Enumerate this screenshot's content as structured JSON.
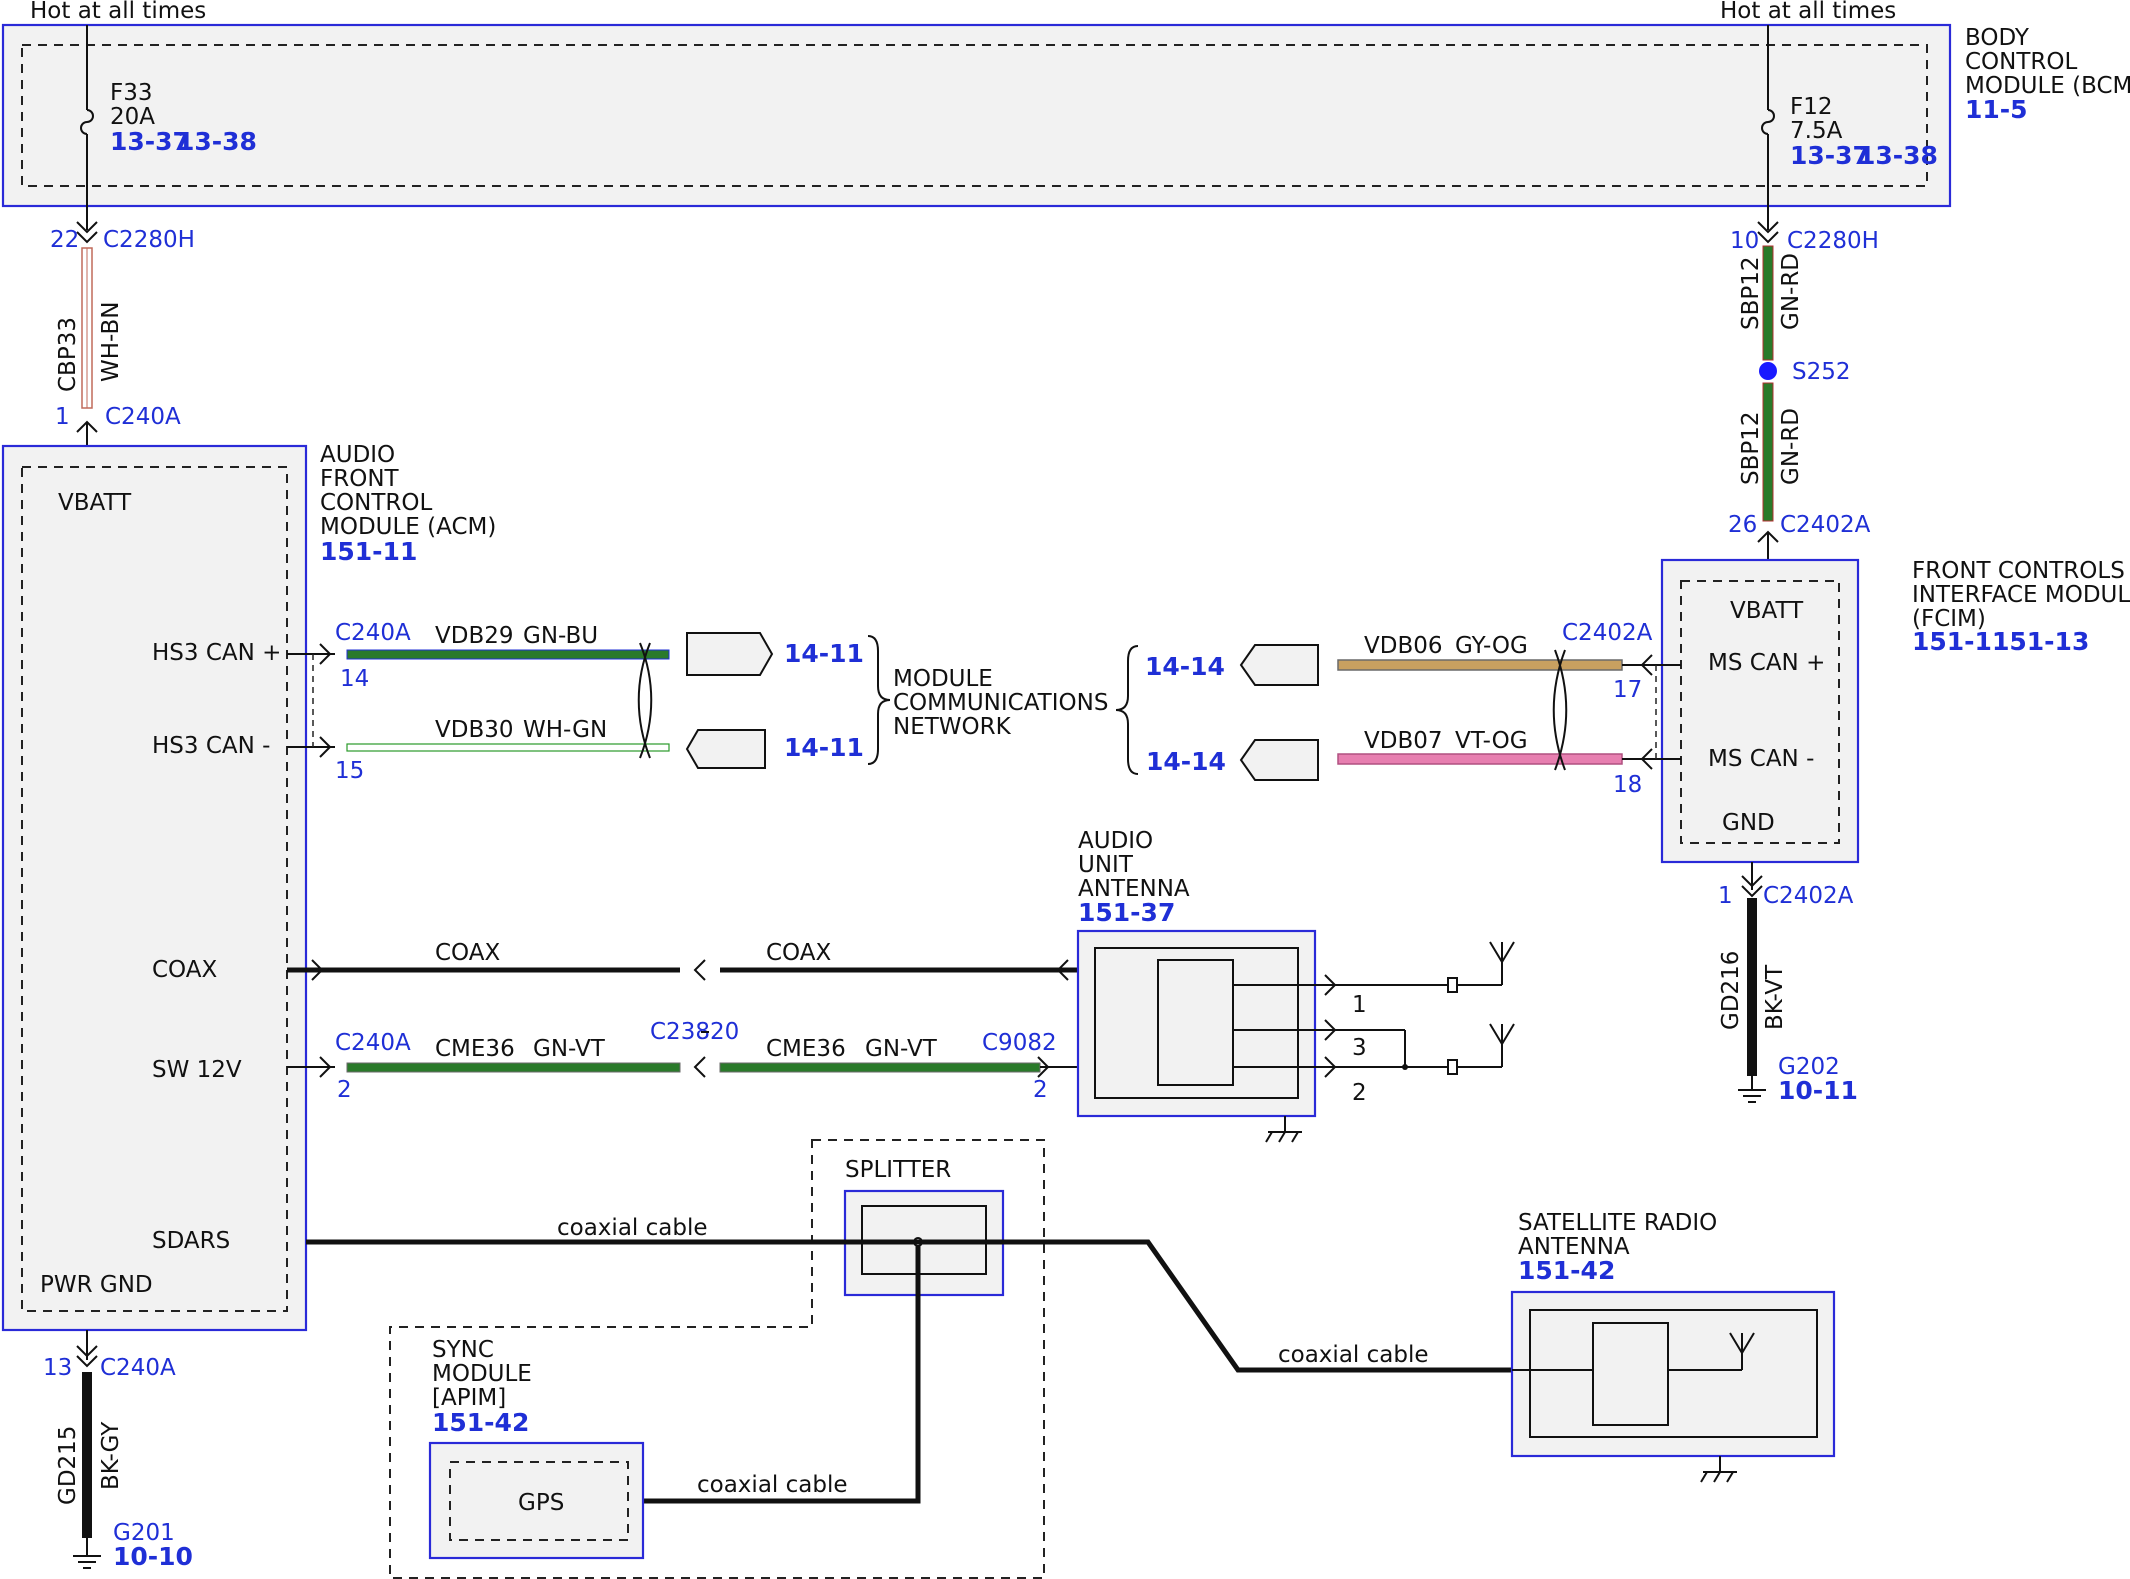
{
  "top": {
    "hot_left": "Hot at all times",
    "hot_right": "Hot at all times"
  },
  "bcm": {
    "name_lines": [
      "BODY",
      "CONTROL",
      "MODULE (BCM)"
    ],
    "ref": "11-5",
    "fuse_left": {
      "id": "F33",
      "rating": "20A",
      "ref1": "13-37",
      "ref2": "13-38"
    },
    "fuse_right": {
      "id": "F12",
      "rating": "7.5A",
      "ref1": "13-37",
      "ref2": "13-38"
    }
  },
  "left_feed": {
    "pin_top": "22",
    "conn_top": "C2280H",
    "circuit": "CBP33",
    "color": "WH-BN",
    "pin_bottom": "1",
    "conn_bottom": "C240A"
  },
  "right_feed": {
    "pin_top": "10",
    "conn_top": "C2280H",
    "circuit": "SBP12",
    "color": "GN-RD",
    "splice": "S252",
    "circuit2": "SBP12",
    "color2": "GN-RD",
    "pin_bottom": "26",
    "conn_bottom": "C2402A"
  },
  "acm": {
    "name_lines": [
      "AUDIO",
      "FRONT",
      "CONTROL",
      "MODULE (ACM)"
    ],
    "ref": "151-11",
    "pins": [
      "VBATT",
      "HS3 CAN +",
      "HS3 CAN -",
      "COAX",
      "SW 12V",
      "SDARS",
      "PWR GND"
    ],
    "gnd": {
      "pin": "13",
      "conn": "C240A",
      "circuit": "GD215",
      "color": "BK-GY",
      "ground": "G201",
      "ref": "10-10"
    }
  },
  "can_left": {
    "conn": "C240A",
    "plus": {
      "pin": "14",
      "circuit": "VDB29",
      "color": "GN-BU",
      "ref": "14-11"
    },
    "minus": {
      "pin": "15",
      "circuit": "VDB30",
      "color": "WH-GN",
      "ref": "14-11"
    }
  },
  "network": {
    "lines": [
      "MODULE",
      "COMMUNICATIONS",
      "NETWORK"
    ]
  },
  "can_right": {
    "conn": "C2402A",
    "plus": {
      "pin": "17",
      "circuit": "VDB06",
      "color": "GY-OG",
      "ref": "14-14"
    },
    "minus": {
      "pin": "18",
      "circuit": "VDB07",
      "color": "VT-OG",
      "ref": "14-14"
    }
  },
  "fcim": {
    "name_lines": [
      "FRONT CONTROLS",
      "INTERFACE MODULE",
      "(FCIM)"
    ],
    "ref1": "151-11",
    "ref2": "151-13",
    "pins": [
      "VBATT",
      "MS CAN +",
      "MS CAN -",
      "GND"
    ],
    "gnd": {
      "pin": "1",
      "conn": "C2402A",
      "circuit": "GD216",
      "color": "BK-VT",
      "ground": "G202",
      "ref": "10-11"
    }
  },
  "coax_run": {
    "label1": "COAX",
    "label2": "COAX"
  },
  "sw12v": {
    "conn1": "C240A",
    "pin1": "2",
    "circuit1": "CME36",
    "color1": "GN-VT",
    "inline": "C238",
    "inline_pin": "20",
    "circuit2": "CME36",
    "color2": "GN-VT",
    "conn2": "C9082",
    "pin2": "2"
  },
  "antenna": {
    "name_lines": [
      "AUDIO",
      "UNIT",
      "ANTENNA"
    ],
    "ref": "151-37",
    "pins": [
      "1",
      "3",
      "2"
    ]
  },
  "splitter": {
    "name": "SPLITTER"
  },
  "sdars": {
    "cable1": "coaxial cable",
    "cable2": "coaxial cable",
    "cable3": "coaxial cable"
  },
  "sync": {
    "name_lines": [
      "SYNC",
      "MODULE",
      "[APIM]"
    ],
    "ref": "151-42",
    "inner": "GPS"
  },
  "sat": {
    "name_lines": [
      "SATELLITE RADIO",
      "ANTENNA"
    ],
    "ref": "151-42"
  }
}
